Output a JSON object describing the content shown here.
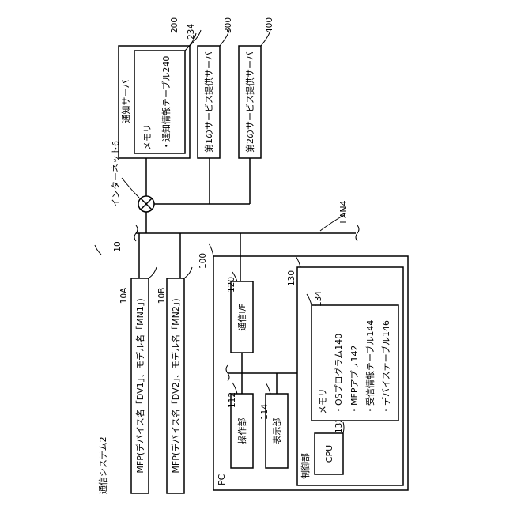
{
  "system_label": "通信システム2",
  "system_number": "10",
  "mfp_a": {
    "label": "MFP(デバイス名「DV1」、モデル名「MN1」)",
    "number": "10A"
  },
  "mfp_b": {
    "label": "MFP(デバイス名「DV2」、モデル名「MN2」)",
    "number": "10B"
  },
  "lan_label": "LAN4",
  "internet_label": "インターネット6",
  "notify_server": {
    "number": "200",
    "title": "通知サーバ",
    "memory_number": "234",
    "memory_title": "メモリ",
    "memory_item": "・通知情報テーブル240"
  },
  "service_server_1": {
    "number": "300",
    "label": "第1のサービス提供サーバ"
  },
  "service_server_2": {
    "number": "400",
    "label": "第2のサービス提供サーバ"
  },
  "pc": {
    "number": "100",
    "title": "PC",
    "comm_if": {
      "number": "120",
      "label": "通信I/F"
    },
    "operation": {
      "number": "112",
      "label": "操作部"
    },
    "display": {
      "number": "114",
      "label": "表示部"
    },
    "controller": {
      "number": "130",
      "label": "制御部"
    },
    "cpu": {
      "number": "132",
      "label": "CPU"
    },
    "memory": {
      "number": "134",
      "title": "メモリ",
      "items": [
        "・OSプログラム140",
        "・MFPアプリ142",
        "・受信情報テーブル144",
        "・デバイステーブル146"
      ]
    }
  }
}
